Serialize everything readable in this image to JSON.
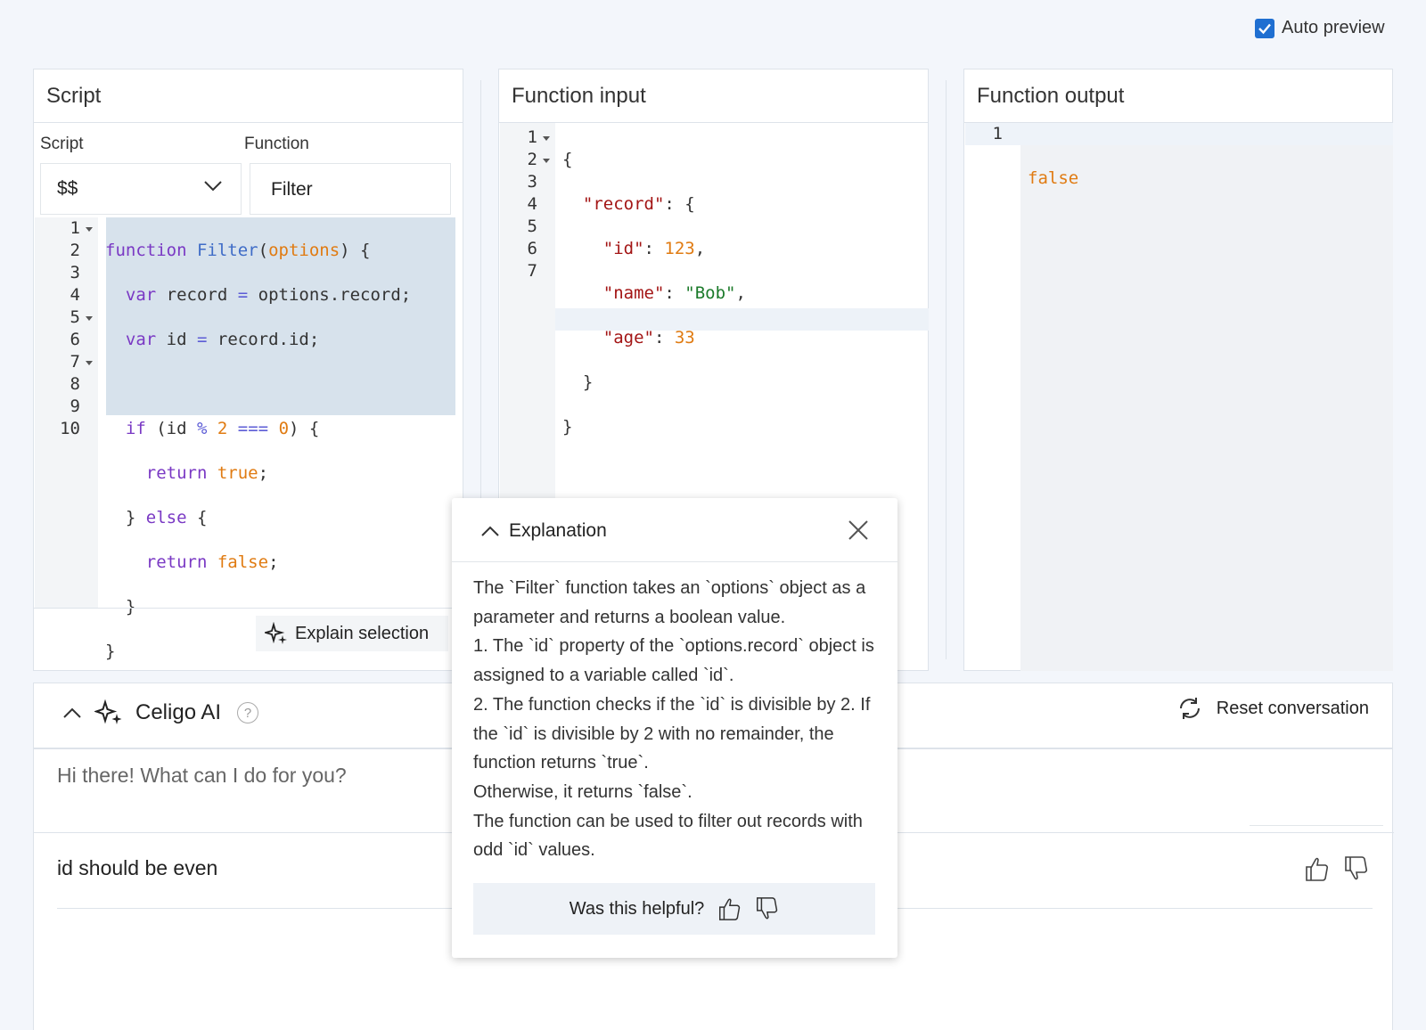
{
  "header": {
    "auto_preview_label": "Auto preview",
    "auto_preview_checked": true
  },
  "script_panel": {
    "title": "Script",
    "script_label": "Script",
    "function_label": "Function",
    "script_value": "$$",
    "function_value": "Filter",
    "explain_button": "Explain selection",
    "line_numbers": [
      "1",
      "2",
      "3",
      "4",
      "5",
      "6",
      "7",
      "8",
      "9",
      "10"
    ]
  },
  "input_panel": {
    "title": "Function input",
    "line_numbers": [
      "1",
      "2",
      "3",
      "4",
      "5",
      "6",
      "7"
    ]
  },
  "output_panel": {
    "title": "Function output",
    "line_numbers": [
      "1"
    ],
    "output_value": "false"
  },
  "ai_panel": {
    "title": "Celigo AI",
    "help_glyph": "?",
    "reset_label": "Reset conversation",
    "greeting": "Hi there! What can I do for you?",
    "user_message": "id should be even"
  },
  "explanation_popup": {
    "title": "Explanation",
    "body": "The `Filter` function takes an `options` object as a parameter and returns a boolean value.\n1. The `id` property of the `options.record` object is assigned to a variable called `id`.\n2. The function checks if the `id` is divisible by 2. If the `id` is divisible by 2 with no remainder, the function returns `true`.\nOtherwise, it returns `false`.\nThe function can be used to filter out records with odd `id` values.",
    "helpful_label": "Was this helpful?"
  },
  "colors": {
    "accent": "#1f6fd1",
    "selection": "#d7e2ec"
  }
}
